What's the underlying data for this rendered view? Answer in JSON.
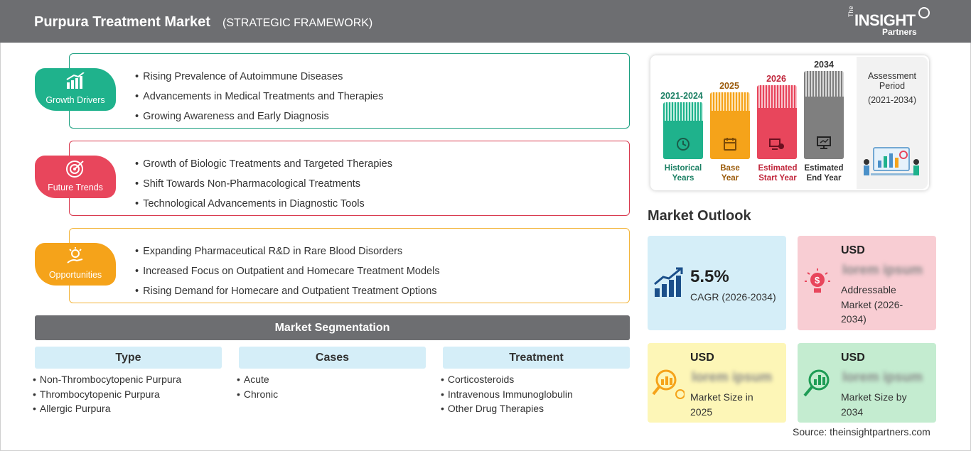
{
  "header": {
    "title": "Purpura Treatment Market",
    "subtitle": "(STRATEGIC FRAMEWORK)"
  },
  "logo": {
    "the": "The",
    "insight": "INSIGHT",
    "partners": "Partners"
  },
  "sections": [
    {
      "label": "Growth Drivers",
      "color": "#1fb28c",
      "border": "#1a9f7f",
      "items": [
        "Rising Prevalence of Autoimmune Diseases",
        "Advancements in Medical Treatments and Therapies",
        "Growing Awareness and Early Diagnosis"
      ]
    },
    {
      "label": "Future Trends",
      "color": "#e8465c",
      "border": "#d8384d",
      "items": [
        "Growth of Biologic Treatments and Targeted Therapies",
        "Shift Towards Non-Pharmacological Treatments",
        "Technological Advancements in Diagnostic Tools"
      ]
    },
    {
      "label": "Opportunities",
      "color": "#f5a31a",
      "border": "#f3b53b",
      "items": [
        "Expanding Pharmaceutical R&D in Rare Blood Disorders",
        "Increased Focus on Outpatient and Homecare Treatment Models",
        "Rising Demand for Homecare and Outpatient Treatment Options"
      ]
    }
  ],
  "segmentation": {
    "title": "Market Segmentation",
    "columns": [
      {
        "head": "Type",
        "items": [
          "Non-Thrombocytopenic Purpura",
          "Thrombocytopenic Purpura",
          "Allergic Purpura"
        ]
      },
      {
        "head": "Cases",
        "items": [
          "Acute",
          "Chronic"
        ]
      },
      {
        "head": "Treatment",
        "items": [
          "Corticosteroids",
          "Intravenous Immunoglobulin",
          "Other Drug Therapies"
        ]
      }
    ]
  },
  "timeline": {
    "columns": [
      {
        "year": "2021-2024",
        "label1": "Historical",
        "label2": "Years",
        "color": "#1fb28c",
        "yearColor": "#1a7f63"
      },
      {
        "year": "2025",
        "label1": "Base",
        "label2": "Year",
        "color": "#f5a31a",
        "yearColor": "#9a5a0a"
      },
      {
        "year": "2026",
        "label1": "Estimated",
        "label2": "Start Year",
        "color": "#e8465c",
        "yearColor": "#c0263b"
      },
      {
        "year": "2034",
        "label1": "Estimated",
        "label2": "End Year",
        "color": "#7f7f7f",
        "yearColor": "#333333"
      }
    ],
    "assessment": {
      "title1": "Assessment",
      "title2": "Period",
      "period": "(2021-2034)"
    }
  },
  "outlook": {
    "title": "Market Outlook",
    "cagr": {
      "value": "5.5%",
      "label": "CAGR (2026-2034)"
    },
    "addressable": {
      "usd": "USD",
      "value": "lorem ipsum",
      "line1": "Addressable",
      "line2": "Market (2026-",
      "line3": "2034)"
    },
    "size2025": {
      "usd": "USD",
      "value": "lorem ipsum",
      "line1": "Market Size in",
      "line2": "2025"
    },
    "size2034": {
      "usd": "USD",
      "value": "lorem ipsum",
      "line1": "Market Size by",
      "line2": "2034"
    }
  },
  "source": "Source: theinsightpartners.com"
}
